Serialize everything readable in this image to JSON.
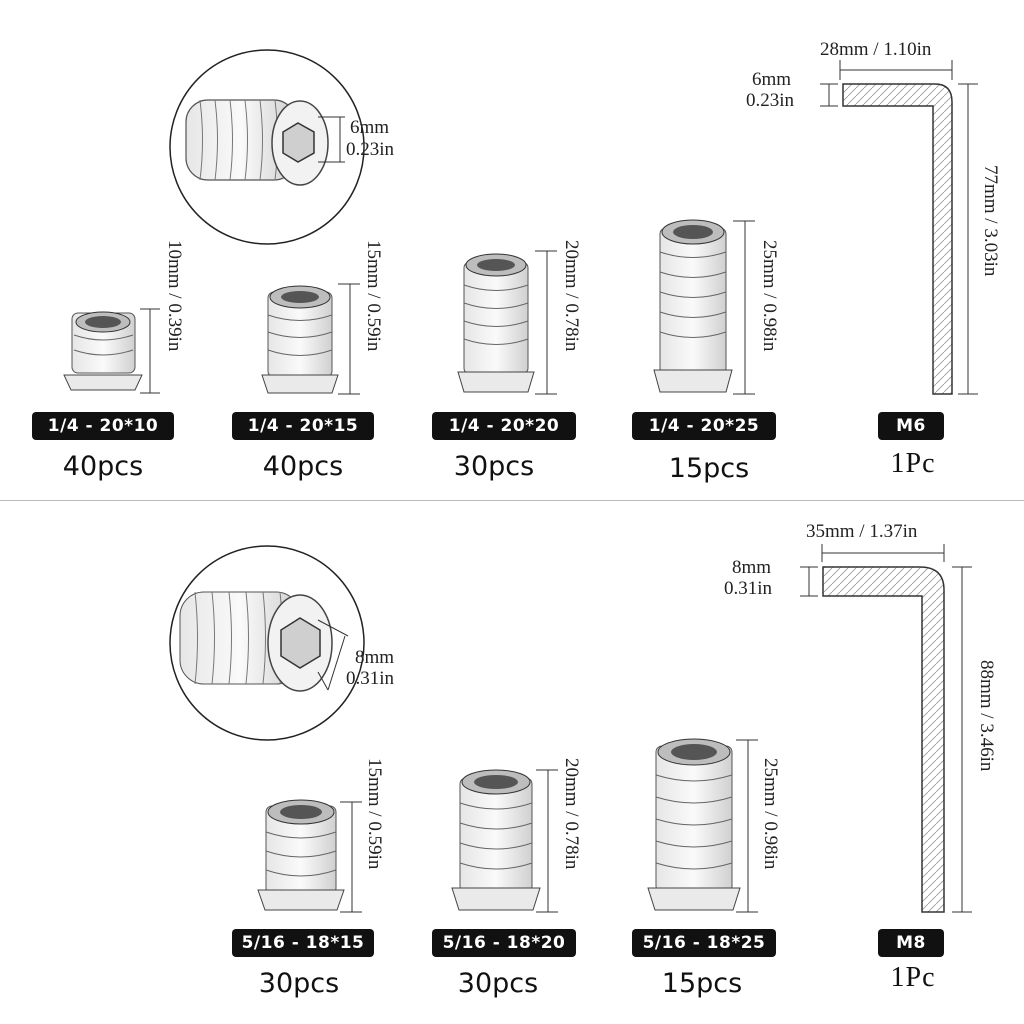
{
  "top_row": {
    "closeup_dims": [
      "6mm",
      "0.23in"
    ],
    "inserts": [
      {
        "label": "1/4 - 20*10",
        "qty": "40pcs",
        "height": "10mm / 0.39in"
      },
      {
        "label": "1/4 - 20*15",
        "qty": "40pcs",
        "height": "15mm / 0.59in"
      },
      {
        "label": "1/4 - 20*20",
        "qty": "30pcs",
        "height": "20mm / 0.78in"
      },
      {
        "label": "1/4 - 20*25",
        "qty": "15pcs",
        "height": "25mm / 0.98in"
      }
    ],
    "wrench": {
      "label": "M6",
      "qty": "1Pc",
      "width": "28mm / 1.10in",
      "thickness": [
        "6mm",
        "0.23in"
      ],
      "length": "77mm / 3.03in"
    }
  },
  "bottom_row": {
    "closeup_dims": [
      "8mm",
      "0.31in"
    ],
    "inserts": [
      {
        "label": "5/16 - 18*15",
        "qty": "30pcs",
        "height": "15mm / 0.59in"
      },
      {
        "label": "5/16 - 18*20",
        "qty": "30pcs",
        "height": "20mm / 0.78in"
      },
      {
        "label": "5/16 - 18*25",
        "qty": "15pcs",
        "height": "25mm / 0.98in"
      }
    ],
    "wrench": {
      "label": "M8",
      "qty": "1Pc",
      "width": "35mm / 1.37in",
      "thickness": [
        "8mm",
        "0.31in"
      ],
      "length": "88mm / 3.46in"
    }
  }
}
